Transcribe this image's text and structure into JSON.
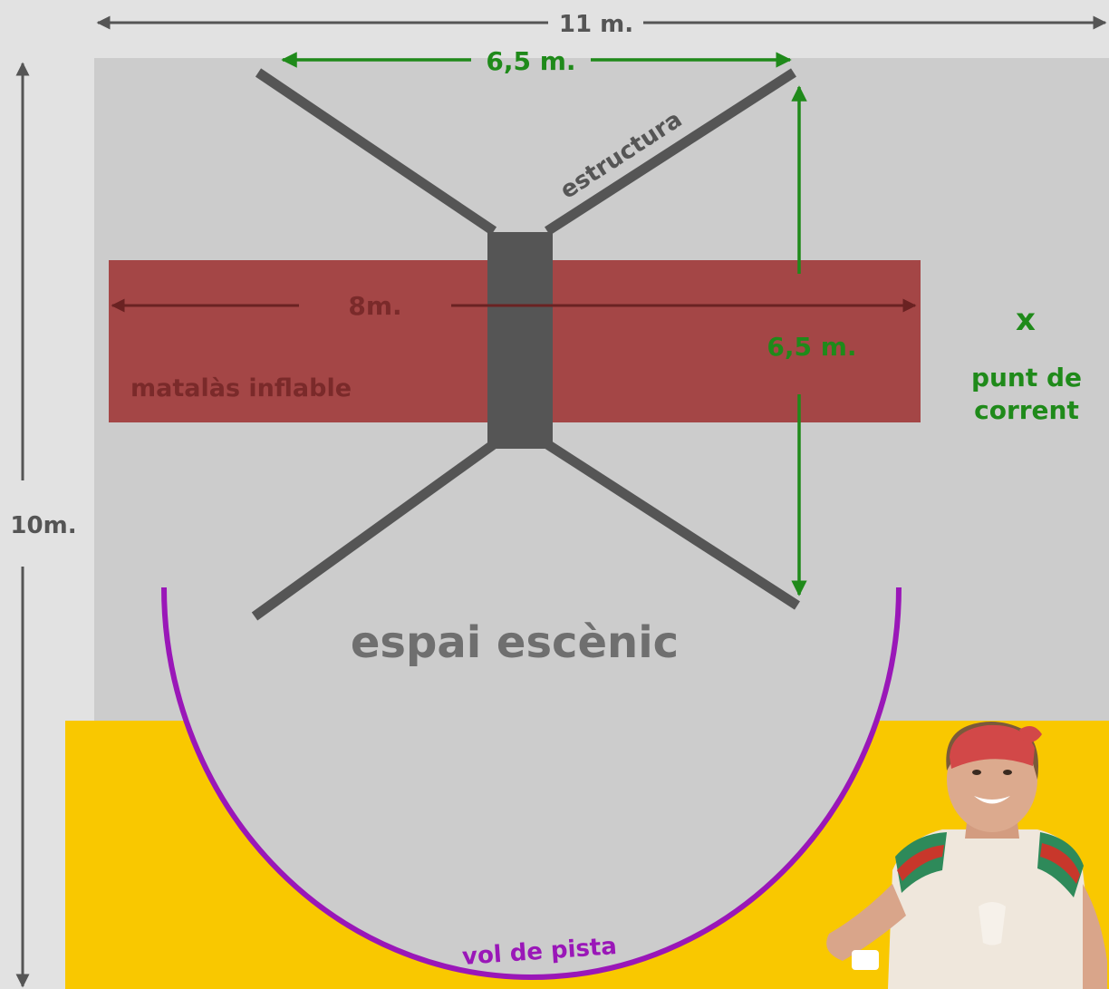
{
  "dimensions": {
    "total_width": "11 m.",
    "total_height": "10m.",
    "structure_width": "6,5 m.",
    "structure_depth": "6,5 m.",
    "mattress_length": "8m."
  },
  "labels": {
    "structure": "estructura",
    "mattress": "matalàs inflable",
    "power_mark": "x",
    "power_line1": "punt de",
    "power_line2": "corrent",
    "stage_area": "espai escènic",
    "ring_flight": "vol de pista"
  },
  "colors": {
    "background": "#e2e2e2",
    "stage": "#cccccc",
    "mattress": "#a44646",
    "structure": "#555555",
    "dimension_green": "#1f8a1a",
    "arc_purple": "#9a17b8",
    "audience_yellow": "#f9c800"
  },
  "photo": {
    "icon": "performer-photo"
  }
}
